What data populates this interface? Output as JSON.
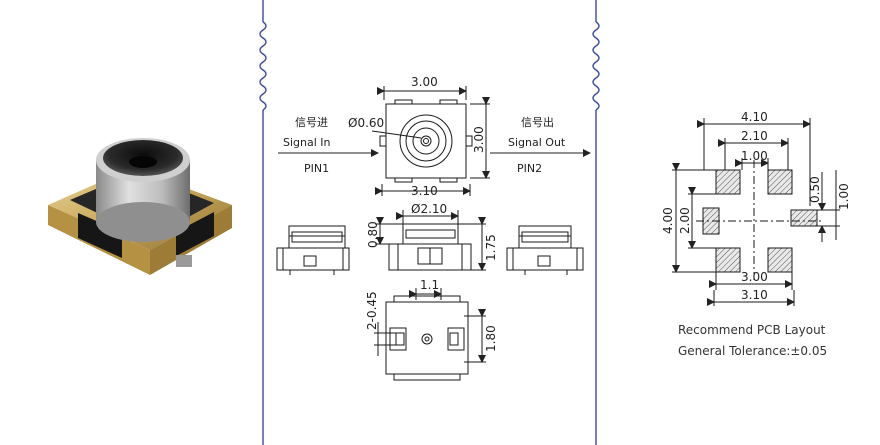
{
  "drawing": {
    "signal_in": {
      "cn": "信号进",
      "en": "Signal In",
      "pin": "PIN1"
    },
    "signal_out": {
      "cn": "信号出",
      "en": "Signal Out",
      "pin": "PIN2"
    },
    "top_view": {
      "width_top": "3.00",
      "width_bottom": "3.10",
      "height": "3.00",
      "hole_dia": "Ø0.60"
    },
    "side_view": {
      "flange_dia": "Ø2.10",
      "height_left": "0.80",
      "height_right": "1.75"
    },
    "bottom_view": {
      "pad_width": "1.1",
      "pad_height": "1.80",
      "left_dim": "2-0.45"
    },
    "pcb_layout": {
      "w_4_10": "4.10",
      "w_2_10": "2.10",
      "w_1_00": "1.00",
      "h_4_00": "4.00",
      "h_2_00": "2.00",
      "r_0_50": "0.50",
      "r_1_00": "1.00",
      "w_3_00": "3.00",
      "w_3_10": "3.10",
      "caption_line1": "Recommend PCB Layout",
      "caption_line2": "General Tolerance:±0.05"
    }
  },
  "colors": {
    "line": "#1a1a1a",
    "hatch": "#6b6b6b",
    "divider": "#3a4a9a",
    "gold": "#c9a85a",
    "dark_body": "#1e1e1e"
  }
}
